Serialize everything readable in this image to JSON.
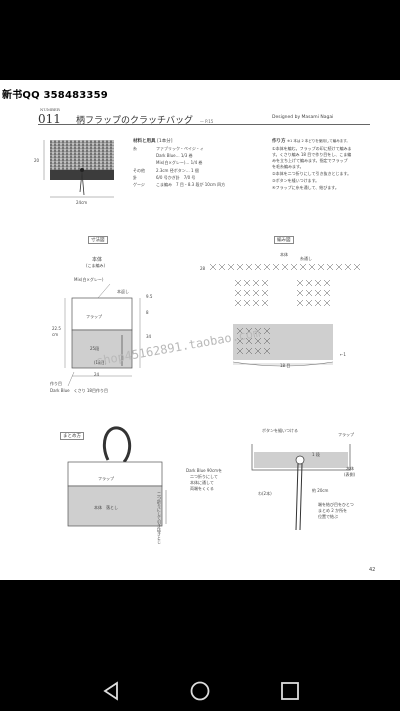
{
  "header": {
    "qq_text": "新书QQ 358483359"
  },
  "doc": {
    "number_label": "NUMBER",
    "number": "011",
    "title": "柄フラップのクラッチバッグ",
    "title_ref": "— P.15",
    "designer": "Designed by Masami Nagai",
    "page_number": "42"
  },
  "materials": {
    "heading": "材料と用具",
    "heading_note": "[1本分]",
    "rows": [
      {
        "k": "糸",
        "v": "ファブリック・ペイジ・ィ"
      },
      {
        "k": "",
        "v": "Dark Blue… 1/3 巻"
      },
      {
        "k": "",
        "v": "Mix(白×グレー)… 1/4 巻"
      },
      {
        "k": "その他",
        "v": "2.3cm 径ボタン… 1 個"
      },
      {
        "k": "針",
        "v": "6/0 号かぎ針　7/0 号"
      },
      {
        "k": "ゲージ",
        "v": "こま編み　7 目・8.3 段が 10cm 四方"
      }
    ]
  },
  "steps": {
    "heading": "作り方",
    "heading_note": "※1 本は 2 本どりを使用して編みます。",
    "lines": [
      "①本体を編む。フラップの印に続けて編みま",
      "す。くさり編み 18 目で作り目をし、こま編",
      "みを立ち上げて編みます。指定でフラップ",
      "を毛糸編みます。",
      "②本体を二つ折りにして引き抜きとじます。",
      "③ボタンを縫いつけます。",
      "④フラップに糸を通して、結びます。"
    ]
  },
  "photo": {
    "dim_h": "20",
    "dim_w": "24cm"
  },
  "sections": {
    "size_fig": "寸法図",
    "chart_fig": "編み図",
    "finish_fig": "まとめ方"
  },
  "size_fig": {
    "body_label": "本体",
    "body_sub": "(こま編み)",
    "mix_label": "Mix(白×グレー)",
    "flap_label": "フラップ",
    "fold_label": "本返し",
    "dim_a": "9.5",
    "dim_b": "8",
    "dim_c": "22.5",
    "dim_d": "34",
    "dim_e": "25段",
    "dim_f": "24",
    "start_label": "作り目",
    "foot_note": "Dark Blue　くさり 18目作り目",
    "bottom_w": "(18目)",
    "h_left": "cm",
    "len_marks": [
      "9.5",
      "8"
    ]
  },
  "chart_fig": {
    "body_label": "本体",
    "edge_label": "糸通し",
    "left_mark": "28",
    "right_mark": "←1",
    "bottom_label": "18 目",
    "arrow_label": "→"
  },
  "finish_fig": {
    "flap_label": "フラップ",
    "body_label": "本体　落とし",
    "fold_label": "二つ折りにして引き抜きとじ",
    "button_label": "ボタンを縫いつける",
    "flap_label2": "フラップ",
    "db_note": "Dark Blue 90cmを",
    "db_note2": "二つ折りにして",
    "db_note3": "本体に通して",
    "db_note4": "両端をくくる",
    "loop_label": "1 段",
    "cm20": "約 20cm",
    "side_label": "本体",
    "side_label2": "(表側)",
    "knot_note": "端を結び目をひとつ",
    "knot_note2": "まとめ 2 か所を",
    "knot_note3": "位置で結ぶ",
    "loop_label2": "わ(2本)"
  },
  "watermark": {
    "text": "shop45162891.taobao.com"
  },
  "nav": {
    "back": "back",
    "home": "home",
    "recents": "recents"
  }
}
